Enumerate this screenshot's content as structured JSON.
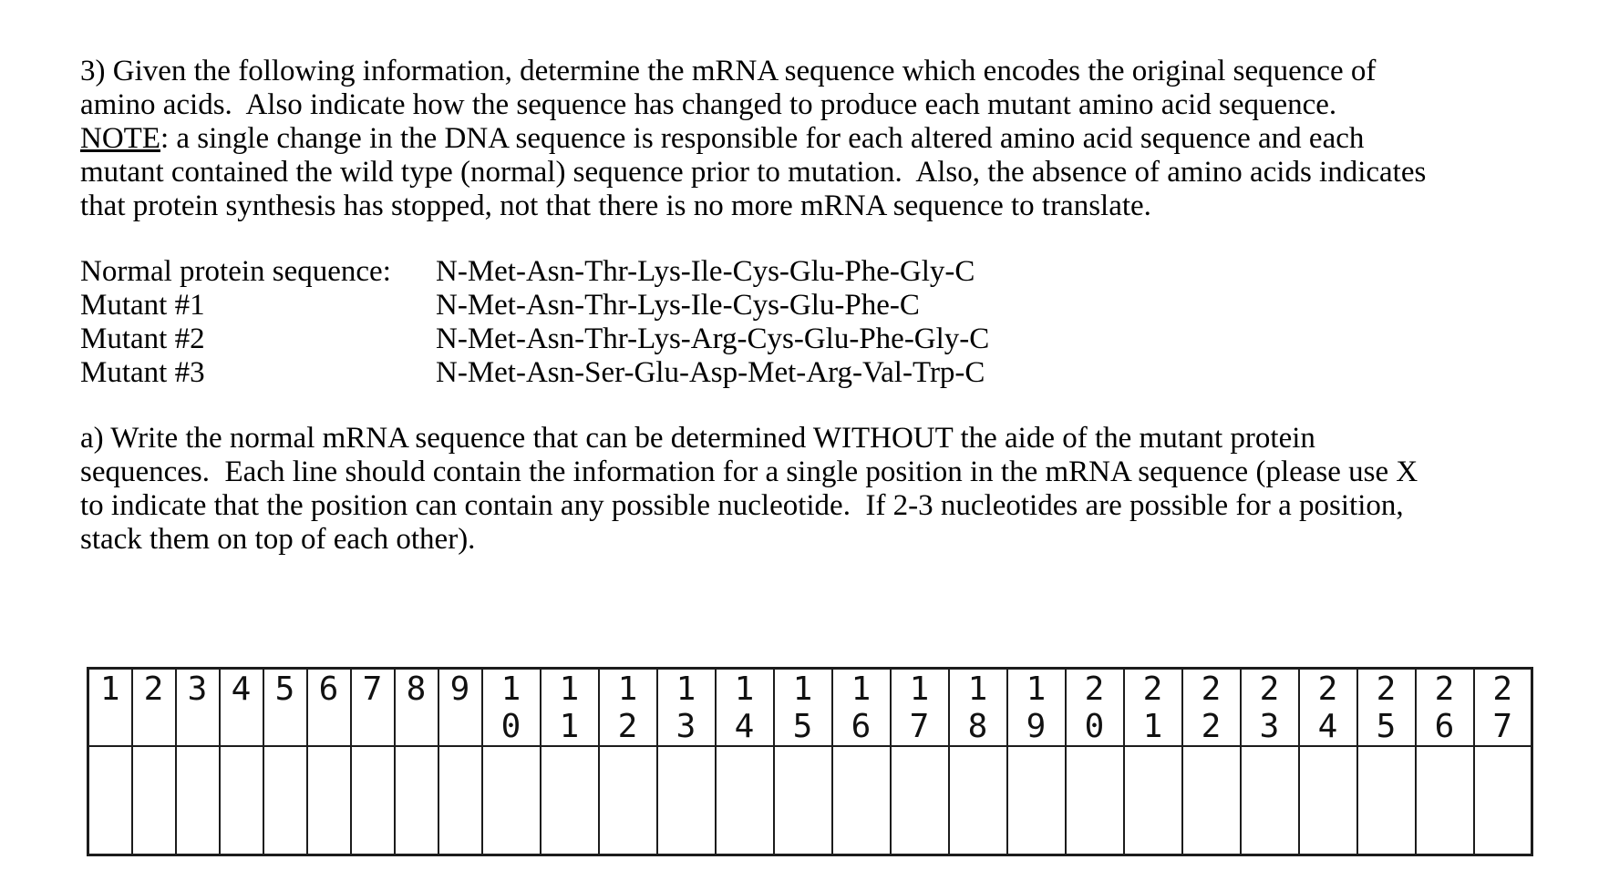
{
  "intro": {
    "line1": "3) Given the following information, determine the mRNA sequence which encodes the original sequence of",
    "line2": "amino acids.  Also indicate how the sequence has changed to produce each mutant amino acid sequence.",
    "line3_underlined": "NOTE",
    "line3_rest": ": a single change in the DNA sequence is responsible for each altered amino acid sequence and each",
    "line4": "mutant contained the wild type (normal) sequence prior to mutation.  Also, the absence of amino acids indicates",
    "line5": "that protein synthesis has stopped, not that there is no more mRNA sequence to translate."
  },
  "sequences": {
    "rows": [
      {
        "label": "Normal protein sequence:",
        "sequence": "N-Met-Asn-Thr-Lys-Ile-Cys-Glu-Phe-Gly-C"
      },
      {
        "label": "Mutant #1",
        "sequence": "N-Met-Asn-Thr-Lys-Ile-Cys-Glu-Phe-C"
      },
      {
        "label": "Mutant #2",
        "sequence": "N-Met-Asn-Thr-Lys-Arg-Cys-Glu-Phe-Gly-C"
      },
      {
        "label": "Mutant #3",
        "sequence": "N-Met-Asn-Ser-Glu-Asp-Met-Arg-Val-Trp-C"
      }
    ]
  },
  "part_a": {
    "line1": "a) Write the normal mRNA sequence that can be determined WITHOUT the aide of the mutant protein",
    "line2": "sequences.  Each line should contain the information for a single position in the mRNA sequence (please use X",
    "line3": "to indicate that the position can contain any possible nucleotide.  If 2-3 nucleotides are possible for a position,",
    "line4": "stack them on top of each other)."
  },
  "answer_table": {
    "columns": [
      "1",
      "2",
      "3",
      "4",
      "5",
      "6",
      "7",
      "8",
      "9",
      "10",
      "11",
      "12",
      "13",
      "14",
      "15",
      "16",
      "17",
      "18",
      "19",
      "20",
      "21",
      "22",
      "23",
      "24",
      "25",
      "26",
      "27"
    ],
    "body_rows": 1
  },
  "colors": {
    "text": "#000000",
    "background": "#ffffff",
    "table_border": "#1c1c1c"
  }
}
